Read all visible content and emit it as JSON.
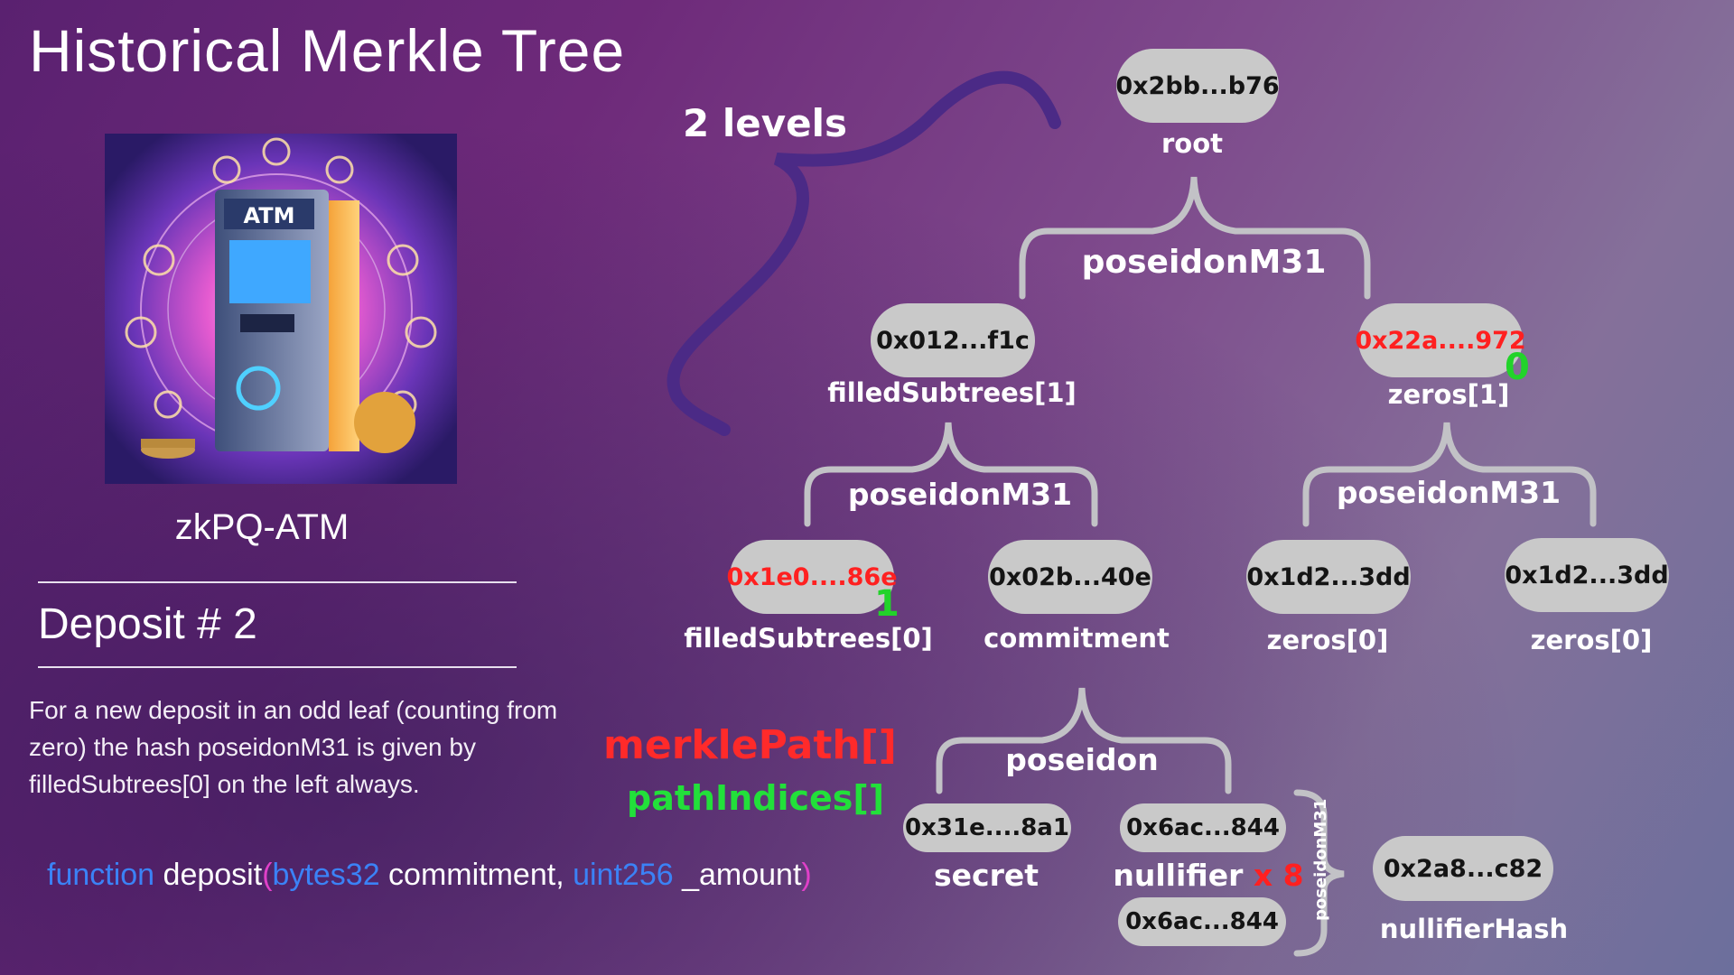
{
  "title": "Historical Merkle Tree",
  "image_caption": "zkPQ-ATM",
  "atm_sign": "ATM",
  "deposit_heading": "Deposit # 2",
  "description": "For a new deposit in an odd leaf (counting from zero) the hash poseidonM31 is given by filledSubtrees[0] on the left always.",
  "code": {
    "keyword": "function",
    "name": " deposit",
    "open": "(",
    "type1": "bytes32",
    "arg1": " commitment, ",
    "type2": "uint256",
    "arg2": " _amount",
    "close": ")"
  },
  "levels_label": "2 levels",
  "legend": {
    "merkle_path": "merklePath[]",
    "path_indices": "pathIndices[]"
  },
  "tree": {
    "root": {
      "hash": "0x2bb...b76",
      "label": "root"
    },
    "hash_root": "poseidonM31",
    "level1_left": {
      "hash": "0x012...f1c",
      "label": "filledSubtrees[1]"
    },
    "level1_right": {
      "hash": "0x22a....972",
      "label": "zeros[1]",
      "index": "0"
    },
    "hash_left": "poseidonM31",
    "hash_right": "poseidonM31",
    "leaf0": {
      "hash": "0x1e0....86e",
      "label": "filledSubtrees[0]",
      "index": "1"
    },
    "leaf1": {
      "hash": "0x02b...40e",
      "label": "commitment"
    },
    "leaf2": {
      "hash": "0x1d2...3dd",
      "label": "zeros[0]"
    },
    "leaf3": {
      "hash": "0x1d2...3dd",
      "label": "zeros[0]"
    },
    "hash_commitment": "poseidon",
    "secret": {
      "hash": "0x31e....8a1",
      "label": "secret"
    },
    "nullifier": {
      "hash": "0x6ac...844",
      "label": "nullifier",
      "multiplier": "x 8"
    },
    "nullifier_copy": {
      "hash": "0x6ac...844"
    },
    "hash_nullifier": "poseidonM31",
    "nullifier_hash": {
      "hash": "0x2a8...c82",
      "label": "nullifierHash"
    }
  },
  "colors": {
    "red": "#ff2020",
    "green": "#22d32a",
    "keyword_blue": "#3b82f6",
    "paren_pink": "#e040c8",
    "node_fill": "#c9c9c9",
    "bracket": "#c2c2c6",
    "levels_brace": "#4b2a86"
  }
}
